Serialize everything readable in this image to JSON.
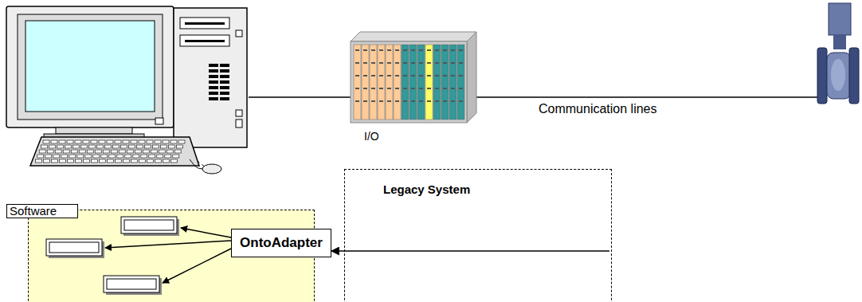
{
  "diagram": {
    "nodes": [
      {
        "text": [
          "Software"
        ]
      },
      {
        "text": [
          "OntoAdapter"
        ],
        "in": 0
      },
      {
        "text": [
          "Legacy System"
        ]
      }
    ],
    "edges": [
      {
        "from": 2,
        "to": 1,
        "arrow": "to"
      }
    ],
    "labels": [
      "I/O",
      "Communication lines"
    ]
  }
}
